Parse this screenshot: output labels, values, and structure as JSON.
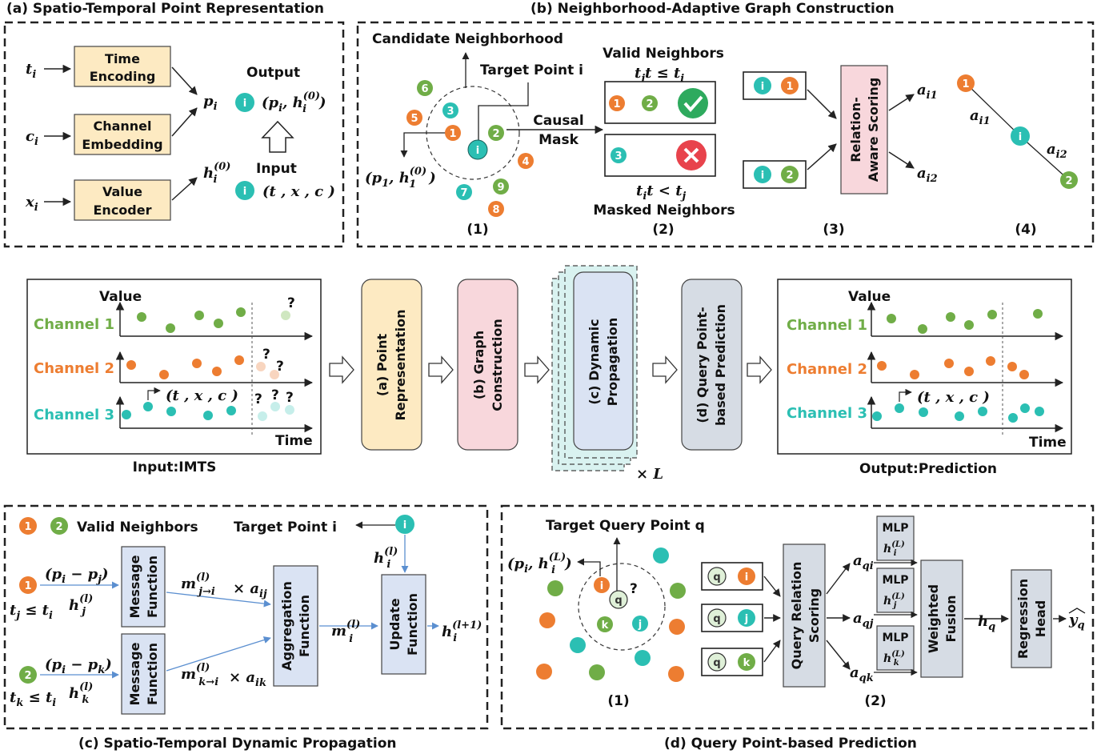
{
  "colors": {
    "orange": "#ed7d31",
    "green": "#70ad47",
    "teal": "#2bbfb3",
    "yellow_box": "#fdeac2",
    "pink_box": "#f8d7dc",
    "blue_box": "#dae3f3",
    "gray_box": "#d6dce4",
    "teal_stack": "#d9f2f0",
    "check_green": "#2eaa5e",
    "cross_red": "#e8434c"
  },
  "panel_a": {
    "title": "(a) Spatio-Temporal Point Representation",
    "inputs": [
      "t",
      "c",
      "x"
    ],
    "box1_line1": "Time",
    "box1_line2": "Encoding",
    "box2_line1": "Channel",
    "box2_line2": "Embedding",
    "box3_line1": "Value",
    "box3_line2": "Encoder",
    "p_label": "p",
    "h_label": "h",
    "output_label": "Output",
    "input_label": "Input",
    "node_label": "i",
    "output_tuple_a": "p",
    "output_tuple_b": "h",
    "input_tuple": "(t , x , c )"
  },
  "panel_b": {
    "title": "(b) Neighborhood-Adaptive Graph Construction",
    "candidate_label": "Candidate Neighborhood",
    "target_label": "Target Point i",
    "causal_line1": "Causal",
    "causal_line2": "Mask",
    "p1h1": "(p , h )",
    "nodes": [
      "6",
      "3",
      "5",
      "1",
      "2",
      "i",
      "4",
      "9",
      "7",
      "8"
    ],
    "valid_title": "Valid Neighbors",
    "valid_cond": "t ≤ t",
    "masked_cond": "t < t",
    "masked_title": "Masked Neighbors",
    "scoring_line1": "Relation-",
    "scoring_line2": "Aware Scoring",
    "a_i1": "a",
    "a_i2": "a",
    "steps": [
      "(1)",
      "(2)",
      "(3)",
      "(4)"
    ]
  },
  "pipeline": {
    "value_label": "Value",
    "time_label": "Time",
    "channels": [
      "Channel 1",
      "Channel 2",
      "Channel 3"
    ],
    "question": "?",
    "tuple": "(t , x , c )",
    "input_caption": "Input:IMTS",
    "output_caption": "Output:Prediction",
    "stage_a_line1": "(a) Point",
    "stage_a_line2": "Representation",
    "stage_b_line1": "(b) Graph",
    "stage_b_line2": "Construction",
    "stage_c_line1": "(c) Dynamic",
    "stage_c_line2": "Propagation",
    "stage_d_line1": "(d) Query Point-",
    "stage_d_line2": "based Prediction",
    "times_L": "× L"
  },
  "panel_c": {
    "title": "(c) Spatio-Temporal Dynamic Propagation",
    "legend_1": "1",
    "legend_2": "2",
    "legend_text": "Valid Neighbors",
    "target_text": "Target Point i",
    "diff_j": "(p  − p )",
    "diff_k": "(p  − p )",
    "cond_j": "t  ≤ t",
    "cond_k": "t  ≤ t",
    "msg_line1": "Message",
    "msg_line2": "Function",
    "agg_line1": "Aggregation",
    "agg_line2": "Function",
    "upd_line1": "Update",
    "upd_line2": "Function",
    "m_label": "m",
    "times_a": "× a",
    "h_label": "h"
  },
  "panel_d": {
    "title": "(d) Query Point-based Prediction",
    "target_label": "Target Query Point q",
    "ph_label": "(p , h    )",
    "query_node": "q",
    "pair_nodes": [
      "i",
      "j",
      "k"
    ],
    "scoring_line1": "Query Relation",
    "scoring_line2": "Scoring",
    "mlp": "MLP",
    "fusion_line1": "Weighted",
    "fusion_line2": "Fusion",
    "head_line1": "Regression",
    "head_line2": "Head",
    "a_q": "a",
    "hq": "h",
    "yq": "y",
    "steps": [
      "(1)",
      "(2)"
    ]
  }
}
